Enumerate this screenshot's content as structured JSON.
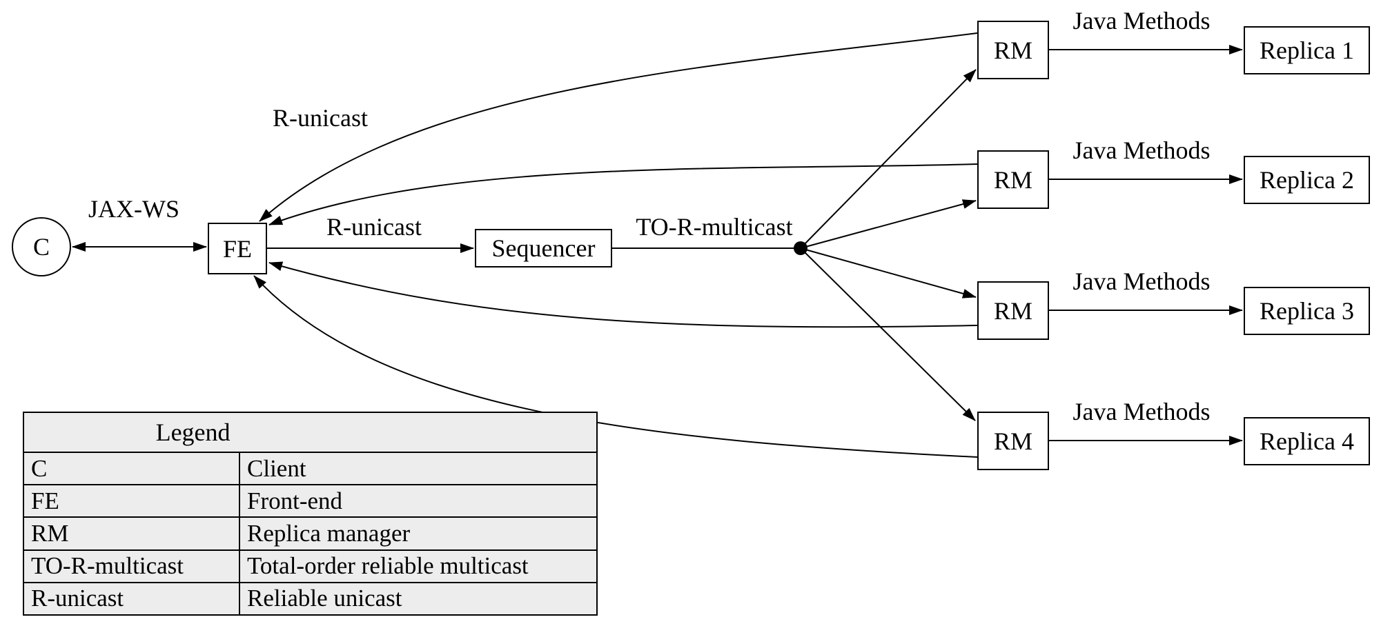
{
  "diagram": {
    "nodes": {
      "client": "C",
      "front_end": "FE",
      "sequencer": "Sequencer",
      "replica_managers": [
        "RM",
        "RM",
        "RM",
        "RM"
      ],
      "replicas": [
        "Replica 1",
        "Replica 2",
        "Replica 3",
        "Replica 4"
      ]
    },
    "edge_labels": {
      "client_frontend": "JAX-WS",
      "frontend_sequencer": "R-unicast",
      "rm_to_frontend": "R-unicast",
      "sequencer_to_rms": "TO-R-multicast",
      "rm_to_replica": "Java Methods"
    },
    "legend": {
      "title": "Legend",
      "rows": [
        [
          "C",
          "Client"
        ],
        [
          "FE",
          "Front-end"
        ],
        [
          "RM",
          "Replica manager"
        ],
        [
          "TO-R-multicast",
          "Total-order reliable multicast"
        ],
        [
          "R-unicast",
          "Reliable unicast"
        ]
      ]
    },
    "colors": {
      "stroke": "#000000",
      "background": "#ffffff",
      "legend_background": "#ededed"
    }
  }
}
